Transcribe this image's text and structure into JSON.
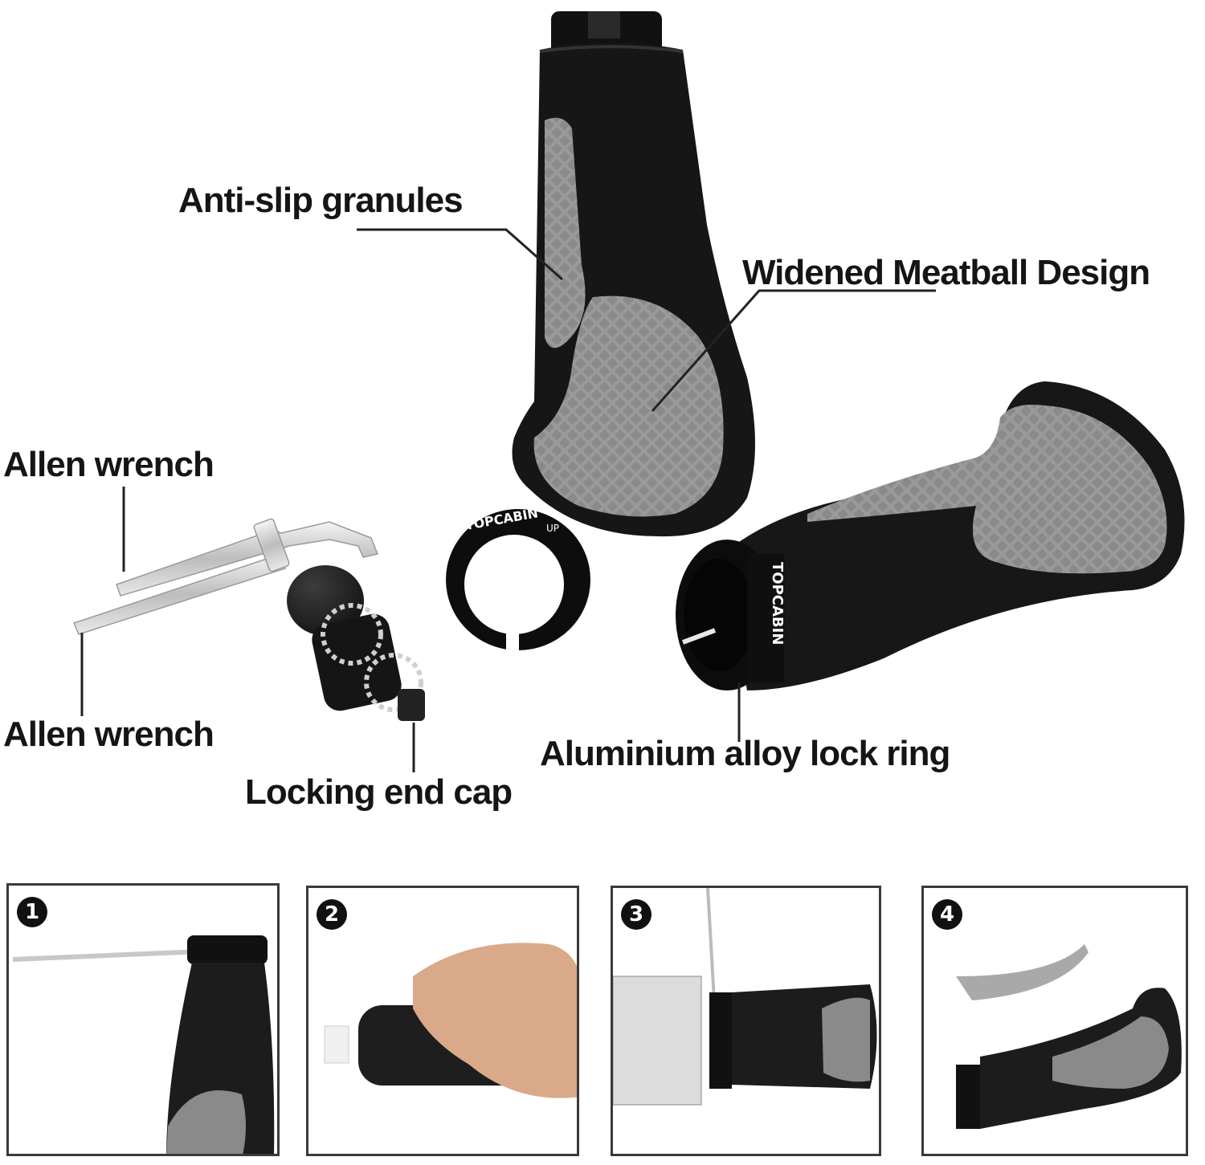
{
  "callouts": {
    "anti_slip": "Anti-slip granules",
    "meatball": "Widened Meatball Design",
    "allen_1": "Allen wrench",
    "allen_2": "Allen wrench",
    "end_cap": "Locking end cap",
    "lock_ring": "Aluminium alloy lock ring"
  },
  "brand": {
    "ring_text": "TOPCABIN",
    "ring_mark": "UP"
  },
  "steps": [
    {
      "number": "1"
    },
    {
      "number": "2"
    },
    {
      "number": "3"
    },
    {
      "number": "4"
    }
  ],
  "colors": {
    "grip_black": "#1b1b1b",
    "grip_grey": "#8e8e8e",
    "label": "#151515",
    "leader": "#222222"
  }
}
